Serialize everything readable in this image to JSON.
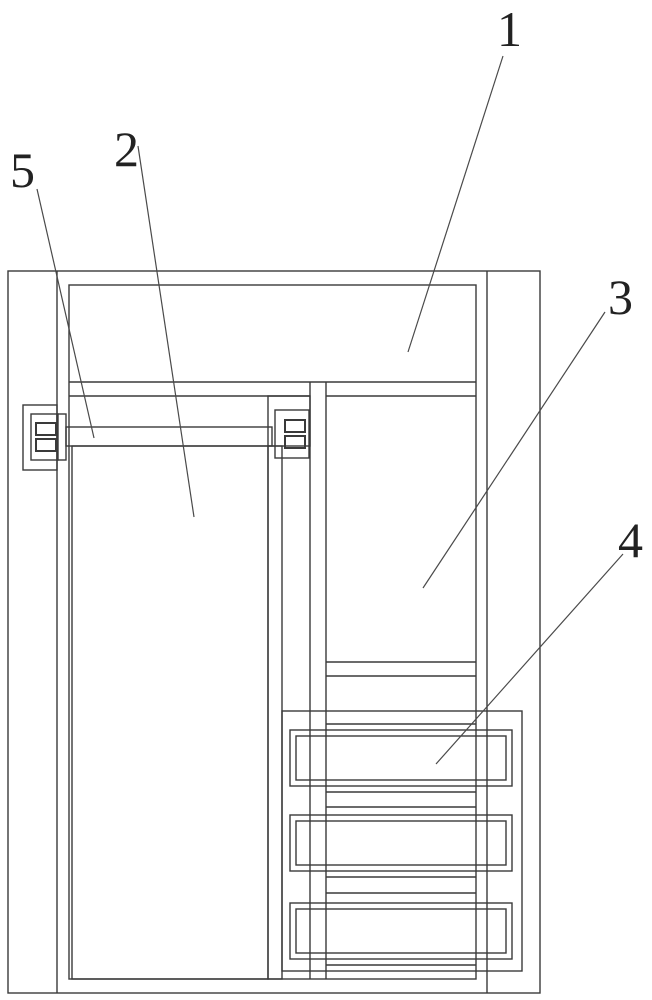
{
  "figure": {
    "callouts": [
      {
        "id": "callout-1",
        "label": "1"
      },
      {
        "id": "callout-2",
        "label": "2"
      },
      {
        "id": "callout-3",
        "label": "3"
      },
      {
        "id": "callout-4",
        "label": "4"
      },
      {
        "id": "callout-5",
        "label": "5"
      }
    ]
  }
}
